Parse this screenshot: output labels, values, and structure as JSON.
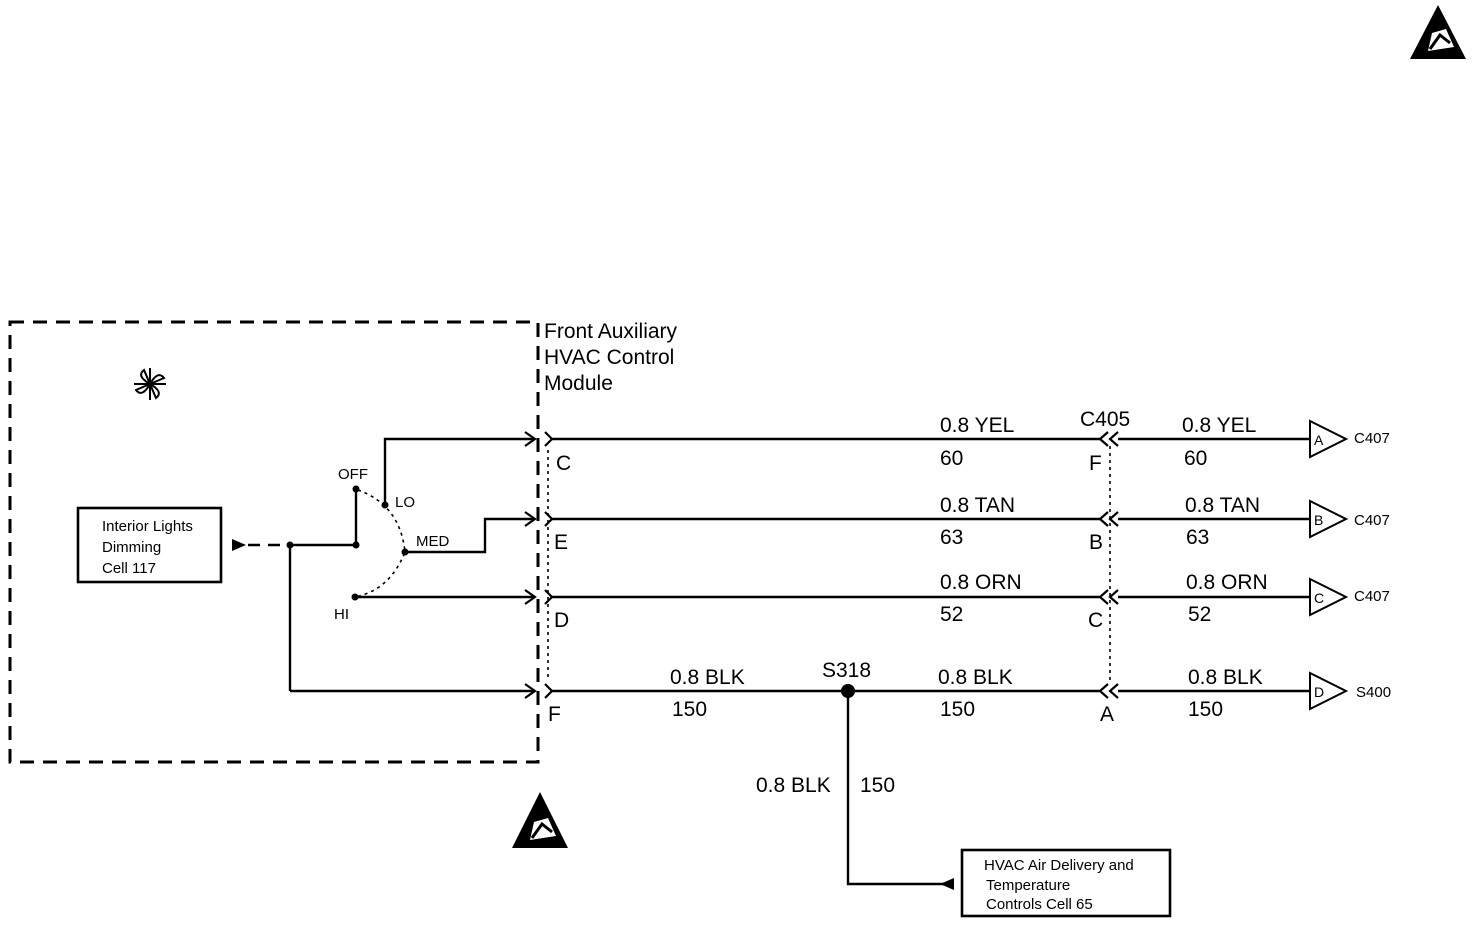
{
  "module": {
    "title_lines": [
      "Front Auxiliary",
      "HVAC Control",
      "Module"
    ],
    "fan_icon": "fan-icon"
  },
  "dimming_box": {
    "lines": [
      "Interior Lights",
      "Dimming",
      "Cell 117"
    ]
  },
  "switch": {
    "positions": [
      "OFF",
      "LO",
      "MED",
      "HI"
    ]
  },
  "connector_main": "C405",
  "circuits": [
    {
      "pin_left": "C",
      "wire_left": "0.8 YEL",
      "num_left": "60",
      "pin_right": "F",
      "wire_right": "0.8 YEL",
      "num_right": "60",
      "tag": "A",
      "dest": "C407"
    },
    {
      "pin_left": "E",
      "wire_left": "0.8 TAN",
      "num_left": "63",
      "pin_right": "B",
      "wire_right": "0.8 TAN",
      "num_right": "63",
      "tag": "B",
      "dest": "C407"
    },
    {
      "pin_left": "D",
      "wire_left": "0.8 ORN",
      "num_left": "52",
      "pin_right": "C",
      "wire_right": "0.8 ORN",
      "num_right": "52",
      "tag": "C",
      "dest": "C407"
    },
    {
      "pin_left": "F",
      "wire_left": "0.8 BLK",
      "num_left": "150",
      "pin_right": "A",
      "wire_right": "0.8 BLK",
      "num_right": "150",
      "tag": "D",
      "dest": "S400"
    }
  ],
  "ground_segment": {
    "wire": "0.8 BLK",
    "num": "150"
  },
  "splice": {
    "label": "S318",
    "drop_wire": "0.8 BLK",
    "drop_num": "150"
  },
  "hvac_box": {
    "lines": [
      "HVAC Air Delivery and",
      "Temperature",
      "Controls Cell 65"
    ]
  },
  "esd_symbols": [
    "esd-warning-icon",
    "esd-warning-icon"
  ]
}
